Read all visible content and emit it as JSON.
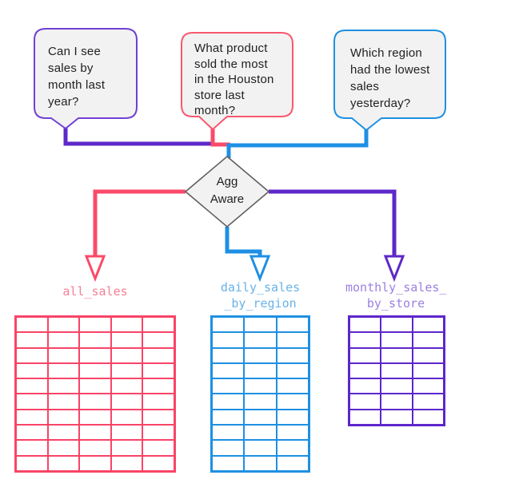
{
  "bubbles": [
    {
      "text": "Can I see\nsales by\nmonth last\nyear?",
      "border_color": "#7040d4"
    },
    {
      "text": "What product\nsold the most\nin the Houston\nstore last\nmonth?",
      "border_color": "#f8586f"
    },
    {
      "text": "Which region\nhad the lowest\nsales\nyesterday?",
      "border_color": "#1e90e2"
    }
  ],
  "diamond": {
    "label": "Agg\nAware",
    "fill": "#f2f2f2",
    "border_color": "#5f5f5f"
  },
  "connectors": [
    {
      "name": "question1-to-hub",
      "color": "#5d28c9"
    },
    {
      "name": "question2-to-hub",
      "color": "#fb4a6a"
    },
    {
      "name": "question3-to-hub",
      "color": "#1e90e4"
    },
    {
      "name": "hub-to-all-sales",
      "color": "#fb4a6a"
    },
    {
      "name": "hub-to-daily-sales",
      "color": "#1e90e4"
    },
    {
      "name": "hub-to-monthly-sales",
      "color": "#5d28c9"
    }
  ],
  "tables": [
    {
      "label": "all_sales",
      "label_color": "#f57f96",
      "border_color": "#fa4467",
      "columns": 5,
      "rows": 10
    },
    {
      "label": "daily_sales\n_by_region",
      "label_color": "#68b3e8",
      "border_color": "#1e90e2",
      "columns": 3,
      "rows": 10
    },
    {
      "label": "monthly_sales_\nby_store",
      "label_color": "#9b80e0",
      "border_color": "#5d26cb",
      "columns": 3,
      "rows": 7
    }
  ]
}
